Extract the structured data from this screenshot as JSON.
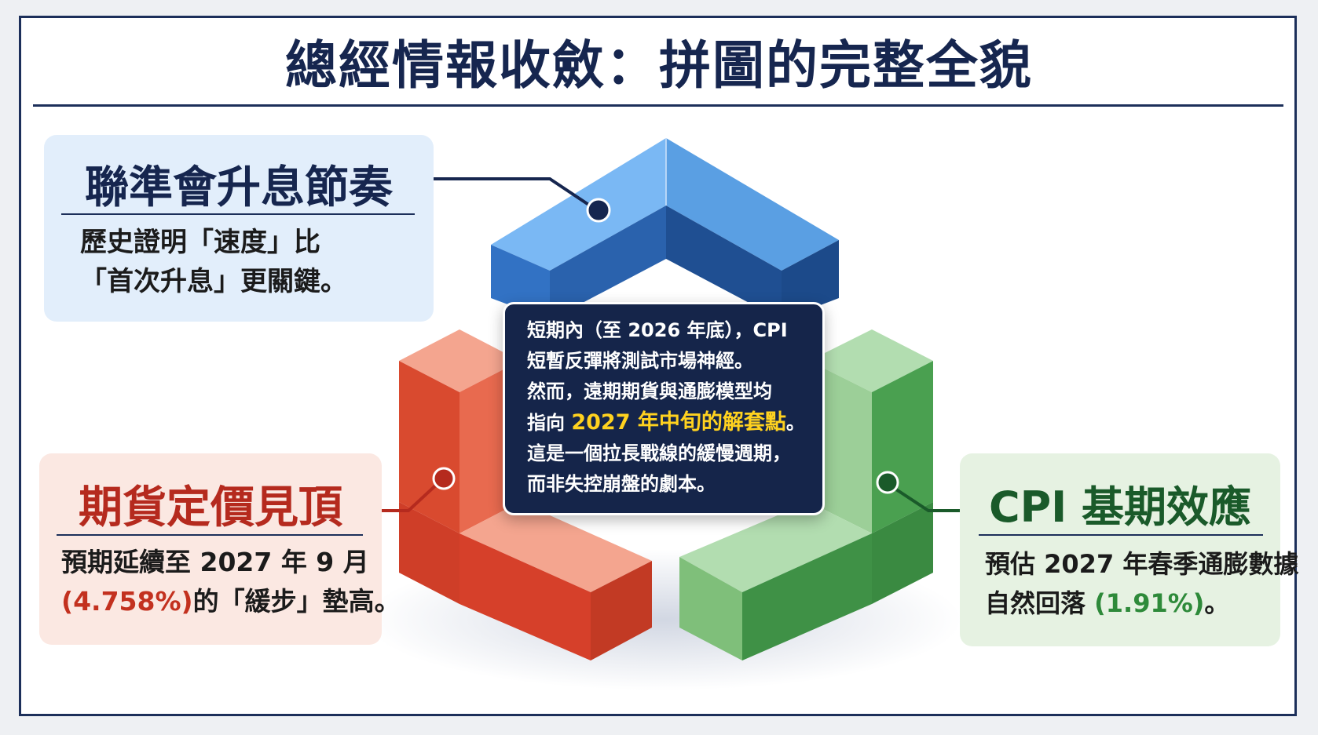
{
  "title": "總經情報收斂：拼圖的完整全貌",
  "fed": {
    "title": "聯準會升息節奏",
    "line1": "歷史證明「速度」比",
    "line2": "「首次升息」更關鍵。"
  },
  "futures": {
    "title": "期貨定價見頂",
    "line1": "預期延續至 2027 年 9 月",
    "highlight": "(4.758%)",
    "line2_rest": "的「緩步」墊高。"
  },
  "cpi": {
    "title": "CPI 基期效應",
    "line1": "預估 2027 年春季通膨數據",
    "line2_pre": "自然回落 ",
    "highlight": "(1.91%)",
    "line2_post": "。"
  },
  "center": {
    "line1": "短期內（至 2026 年底），CPI",
    "line2": "短暫反彈將測試市場神經。",
    "line3": "然而，遠期期貨與通膨模型均",
    "line4_pre": "指向 ",
    "line4_highlight": "2027 年中旬的解套點",
    "line4_post": "。",
    "line5": "這是一個拉長戰線的緩慢週期，",
    "line6": "而非失控崩盤的劇本。"
  },
  "colors": {
    "navy": "#16264f",
    "blue": "#3f86d6",
    "red": "#d9452b",
    "green": "#4aa050",
    "yellow": "#ffd21f"
  }
}
